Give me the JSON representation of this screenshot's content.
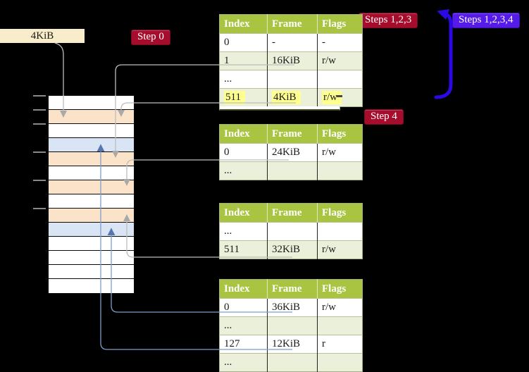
{
  "labels": {
    "frame_size": "4KiB"
  },
  "badges": {
    "step0": "Step 0",
    "steps123": "Steps 1,2,3",
    "steps1234": "Steps 1,2,3,4",
    "step4": "Step 4"
  },
  "tables": [
    {
      "id": "page-table-1",
      "headers": [
        "Index",
        "Frame",
        "Flags"
      ],
      "rows": [
        {
          "cells": [
            "0",
            "-",
            "-"
          ]
        },
        {
          "cells": [
            "1",
            "16KiB",
            "r/w"
          ]
        },
        {
          "cells": [
            "...",
            "",
            ""
          ]
        },
        {
          "cells": [
            "511",
            "4KiB",
            "r/w"
          ],
          "highlight": true
        }
      ]
    },
    {
      "id": "page-table-2",
      "headers": [
        "Index",
        "Frame",
        "Flags"
      ],
      "rows": [
        {
          "cells": [
            "0",
            "24KiB",
            "r/w"
          ]
        },
        {
          "cells": [
            "...",
            "",
            ""
          ]
        }
      ]
    },
    {
      "id": "page-table-3",
      "headers": [
        "Index",
        "Frame",
        "Flags"
      ],
      "rows": [
        {
          "cells": [
            "...",
            "",
            ""
          ]
        },
        {
          "cells": [
            "511",
            "32KiB",
            "r/w"
          ]
        }
      ]
    },
    {
      "id": "page-table-4",
      "headers": [
        "Index",
        "Frame",
        "Flags"
      ],
      "rows": [
        {
          "cells": [
            "0",
            "36KiB",
            "r/w"
          ]
        },
        {
          "cells": [
            "...",
            "",
            ""
          ]
        },
        {
          "cells": [
            "127",
            "12KiB",
            "r"
          ]
        },
        {
          "cells": [
            "...",
            "",
            ""
          ]
        }
      ]
    }
  ],
  "memory_column": {
    "frame_colors": [
      "white",
      "orange",
      "white",
      "blue",
      "orange",
      "white",
      "orange",
      "white",
      "orange",
      "blue",
      "white",
      "white",
      "white",
      "white"
    ]
  },
  "colors": {
    "header_green": "#a8c440",
    "row_green": "#ebf0da",
    "highlight_yellow": "#feff8f",
    "frame_orange": "#fbe3c9",
    "frame_blue": "#d9e5f4",
    "label_wheat": "#f9ecca",
    "badge_red": "#a60d2c",
    "badge_blue": "#551be8",
    "big_arrow_blue": "#2b09e2",
    "connector_gray": "#bdbdbd",
    "connector_blue": "#7e9dcb"
  }
}
